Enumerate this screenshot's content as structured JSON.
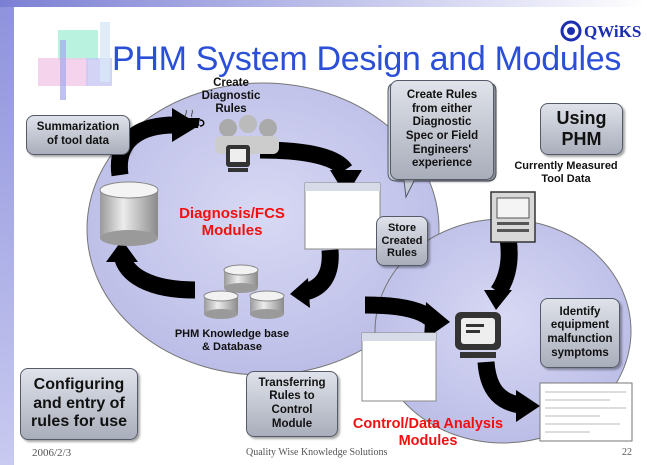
{
  "logo": {
    "text": "QWiKS"
  },
  "title": "PHM System Design and Modules",
  "create_rules": "Create\nDiagnostic\nRules",
  "callouts": {
    "summarization": "Summarization\nof tool data",
    "create_from_spec": "Create Rules\nfrom either\nDiagnostic\nSpec or Field\nEngineers'\nexperience",
    "using_phm": "Using\nPHM",
    "store_rules": "Store\nCreated\nRules",
    "identify": "Identify\nequipment\nmalfunction\nsymptoms",
    "configuring": "Configuring\nand entry of\nrules for use",
    "transferring": "Transferring\nRules to\nControl\nModule"
  },
  "modules": {
    "diagnosis": "Diagnosis/FCS\nModules",
    "control": "Control/Data Analysis\nModules"
  },
  "labels": {
    "measured": "Currently Measured\nTool Data",
    "knowledge": "PHM Knowledge base\n& Database"
  },
  "footer": {
    "date": "2006/2/3",
    "org": "Quality Wise Knowledge Solutions",
    "page": "22"
  },
  "colors": {
    "title": "#2b4fd6",
    "module_text": "#f01010",
    "ellipse_fill": "#c7c8ec",
    "accent_bar": "#8c8fd9"
  }
}
